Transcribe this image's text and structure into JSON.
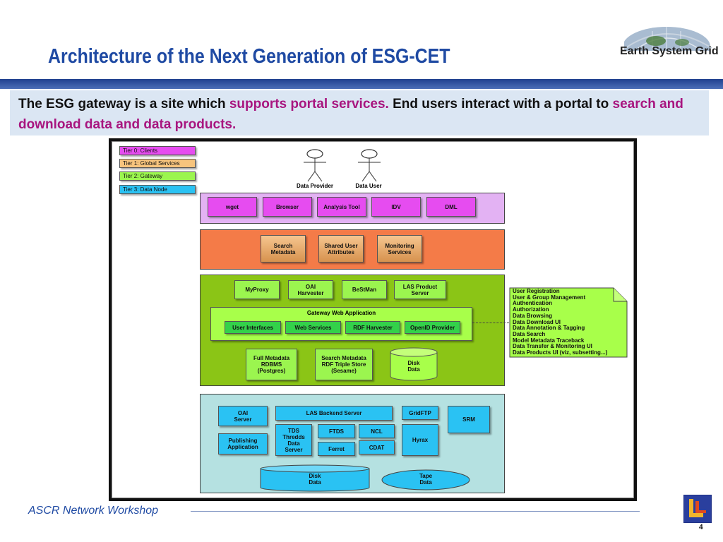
{
  "slide": {
    "title": "Architecture of the Next Generation of ESG-CET",
    "logo_text": "Earth System Grid",
    "intro": {
      "part1": "The ESG gateway is a site which ",
      "highlight1": "supports portal services.",
      "part2": "  End users interact with a portal to ",
      "highlight2": "search and download data and data products."
    },
    "footer": "ASCR Network Workshop",
    "page_number": "4"
  },
  "legend": [
    {
      "label": "Tier 0: Clients",
      "color": "#e64cf0"
    },
    {
      "label": "Tier 1: Global Services",
      "color": "#f7c47d"
    },
    {
      "label": "Tier 2: Gateway",
      "color": "#9bf54f"
    },
    {
      "label": "Tier 3: Data Node",
      "color": "#2ac2f3"
    }
  ],
  "actors": {
    "provider": "Data Provider",
    "user": "Data User"
  },
  "clients": {
    "wget": "wget",
    "browser": "Browser",
    "analysis": "Analysis Tool",
    "idv": "IDV",
    "dml": "DML"
  },
  "global": {
    "search": "Search Metadata",
    "shared": "Shared User Attributes",
    "monitor": "Monitoring Services"
  },
  "gateway": {
    "myproxy": "MyProxy",
    "oai": "OAI Harvester",
    "bestman": "BeStMan",
    "las": "LAS Product Server",
    "webapp_title": "Gateway Web Application",
    "ui": "User Interfaces",
    "web": "Web Services",
    "rdf": "RDF Harvester",
    "openid": "OpenID Provider",
    "fullmeta": "Full Metadata RDBMS (Postgres)",
    "searchrdf": "Search Metadata RDF Triple Store (Sesame)",
    "disk": "Disk Data"
  },
  "datanode": {
    "oai": "OAI Server",
    "las": "LAS Backend Server",
    "gridftp": "GridFTP",
    "srm": "SRM",
    "publishing": "Publishing Application",
    "tds": "TDS Thredds Data Server",
    "ftds": "FTDS",
    "ncl": "NCL",
    "ferret": "Ferret",
    "cdat": "CDAT",
    "hyrax": "Hyrax",
    "disk": "Disk Data",
    "tape": "Tape Data"
  },
  "note_items": [
    "User Registration",
    "User & Group Management",
    "Authentication",
    "Authorization",
    "Data Browsing",
    "Data Download UI",
    "Data Annotation & Tagging",
    "Data Search",
    "Model Metadata Traceback",
    "Data Transfer & Monitoring UI",
    "Data Products UI (viz, subsetting...)"
  ]
}
